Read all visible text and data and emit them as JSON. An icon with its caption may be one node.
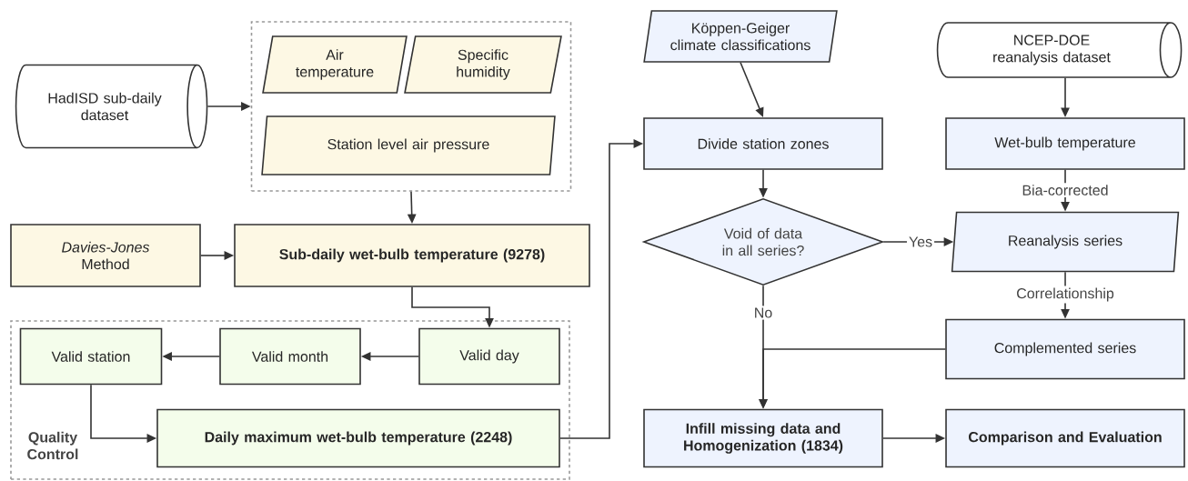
{
  "diagram": {
    "nodes": [
      {
        "text": [
          "HadISD sub-daily dataset"
        ]
      },
      {
        "text": [],
        "shape": "box"
      },
      {
        "text": [
          "Air temperature"
        ],
        "in": 1
      },
      {
        "text": [
          "Specific humidity"
        ],
        "in": 1
      },
      {
        "text": [
          "Station level air pressure"
        ],
        "in": 1
      },
      {
        "text": [
          "*Davies-Jones* Method"
        ]
      },
      {
        "text": [
          "Sub-daily wet-bulb temperature (9278)"
        ]
      },
      {
        "text": [
          "Quality Control"
        ]
      },
      {
        "text": [
          "Valid day"
        ],
        "in": 7
      },
      {
        "text": [
          "Valid month"
        ],
        "in": 7
      },
      {
        "text": [
          "Valid station"
        ],
        "in": 7
      },
      {
        "text": [
          "Daily maximum wet-bulb temperature (2248)"
        ],
        "in": 7
      },
      {
        "text": [
          "Köppen-Geiger climate classifications"
        ]
      },
      {
        "text": [
          "NCEP-DOE reanalysis dataset"
        ]
      },
      {
        "text": [
          "Divide station zones"
        ]
      },
      {
        "text": [
          "Wet-bulb temperature"
        ]
      },
      {
        "text": [
          "Void of data in all series?"
        ]
      },
      {
        "text": [
          "Reanalysis series"
        ]
      },
      {
        "text": [
          "Complemented series"
        ]
      },
      {
        "text": [
          "Infill missing data and Homogenization (1834)"
        ]
      },
      {
        "text": [
          "Comparison and Evaluation"
        ]
      }
    ],
    "edges": [
      {
        "from": 0,
        "to": 1,
        "arrow": "to"
      },
      {
        "from": 1,
        "to": 6,
        "arrow": "to"
      },
      {
        "from": 5,
        "to": 6,
        "arrow": "to"
      },
      {
        "from": 6,
        "to": 8,
        "arrow": "to"
      },
      {
        "from": 8,
        "to": 9,
        "arrow": "to"
      },
      {
        "from": 9,
        "to": 10,
        "arrow": "to"
      },
      {
        "from": 10,
        "to": 11,
        "arrow": "to"
      },
      {
        "from": 11,
        "to": 14,
        "arrow": "to"
      },
      {
        "from": 12,
        "to": 14,
        "arrow": "to"
      },
      {
        "from": 13,
        "to": 15,
        "arrow": "to"
      },
      {
        "from": 14,
        "to": 16,
        "arrow": "to"
      },
      {
        "from": 15,
        "to": 17,
        "arrow": "to",
        "label": "Bia-corrected"
      },
      {
        "from": 16,
        "to": 17,
        "arrow": "to",
        "label": "Yes"
      },
      {
        "from": 17,
        "to": 18,
        "arrow": "to",
        "label": "Correlationship"
      },
      {
        "from": 16,
        "to": 19,
        "arrow": "to",
        "label": "No"
      },
      {
        "from": 18,
        "to": 19,
        "arrow": "to"
      },
      {
        "from": 19,
        "to": 20,
        "arrow": "to"
      }
    ]
  }
}
